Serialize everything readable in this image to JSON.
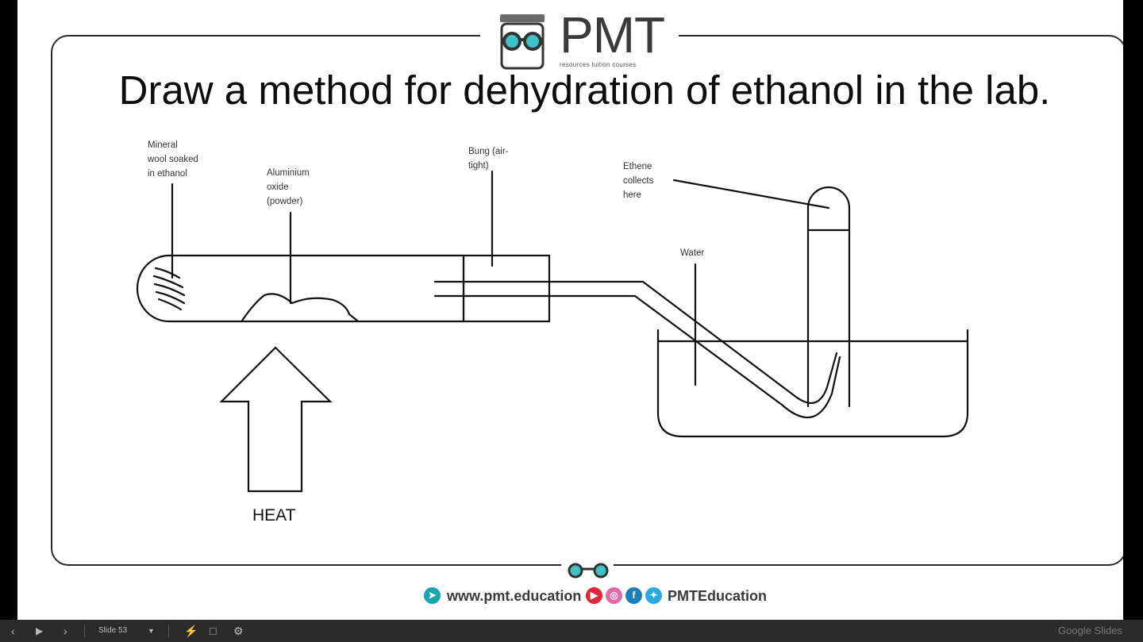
{
  "slide": {
    "title": "Draw a method for dehydration of ethanol in the lab.",
    "logo": {
      "wordmark": "PMT",
      "tagline": "resources tuition courses"
    },
    "labels": {
      "mineral_wool": [
        "Mineral",
        "wool soaked",
        "in ethanol"
      ],
      "aluminium_oxide": [
        "Aluminium",
        "oxide",
        "(powder)"
      ],
      "bung": [
        "Bung (air-",
        "tight)"
      ],
      "ethene": [
        "Ethene",
        "collects",
        "here"
      ],
      "water": "Water",
      "heat": "HEAT"
    },
    "footer": {
      "website": "www.pmt.education",
      "social_handle": "PMTEducation"
    }
  },
  "controls": {
    "slide_number": "Slide 53",
    "brand": "Google Slides"
  },
  "colors": {
    "youtube": "#e0243a",
    "instagram": "#e26aa6",
    "facebook": "#1d7fb8",
    "twitter": "#29a9e0",
    "web": "#18a3b0"
  },
  "icons": [
    "prev-icon",
    "play-icon",
    "next-icon",
    "dropdown-icon",
    "flash-icon",
    "fullscreen-icon",
    "settings-icon"
  ]
}
